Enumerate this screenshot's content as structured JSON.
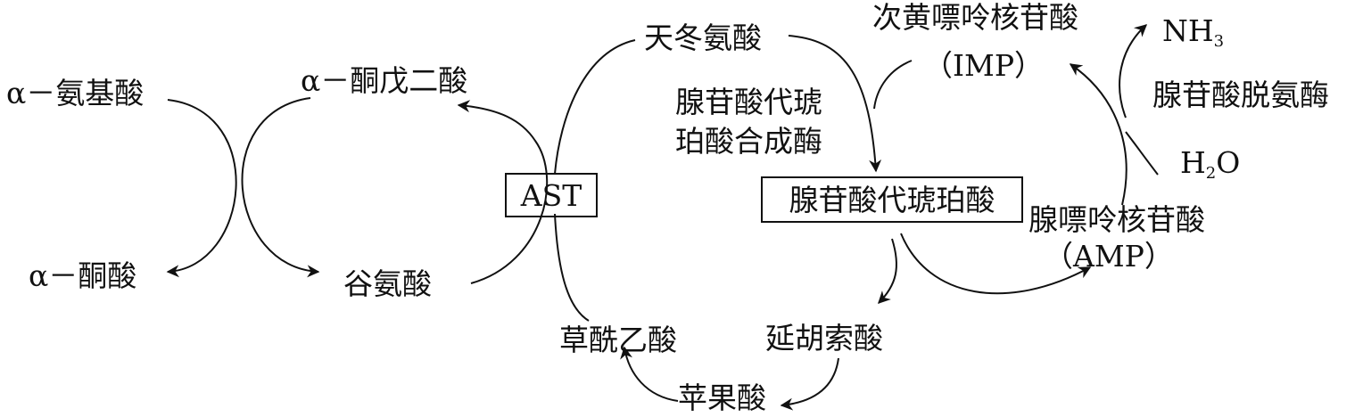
{
  "nodes": {
    "amino_acid": "α－氨基酸",
    "keto_acid": "α－酮酸",
    "alpha_ketoglutarate": "α－酮戊二酸",
    "glutamate": "谷氨酸",
    "ast": "AST",
    "aspartate": "天冬氨酸",
    "oxaloacetate": "草酰乙酸",
    "malate": "苹果酸",
    "fumarate": "延胡索酸",
    "adenylosuccinate": "腺苷酸代琥珀酸",
    "imp_name": "次黄嘌呤核苷酸",
    "imp_abbr": "（IMP）",
    "amp_name": "腺嘌呤核苷酸",
    "amp_abbr": "（AMP）"
  },
  "enzymes": {
    "adenylosuccinate_synthetase_line1": "腺苷酸代琥",
    "adenylosuccinate_synthetase_line2": "珀酸合成酶",
    "amp_deaminase": "腺苷酸脱氨酶"
  },
  "molecules": {
    "nh3_base": "NH",
    "nh3_sub": "3",
    "h2o_h": "H",
    "h2o_sub": "2",
    "h2o_o": "O"
  }
}
